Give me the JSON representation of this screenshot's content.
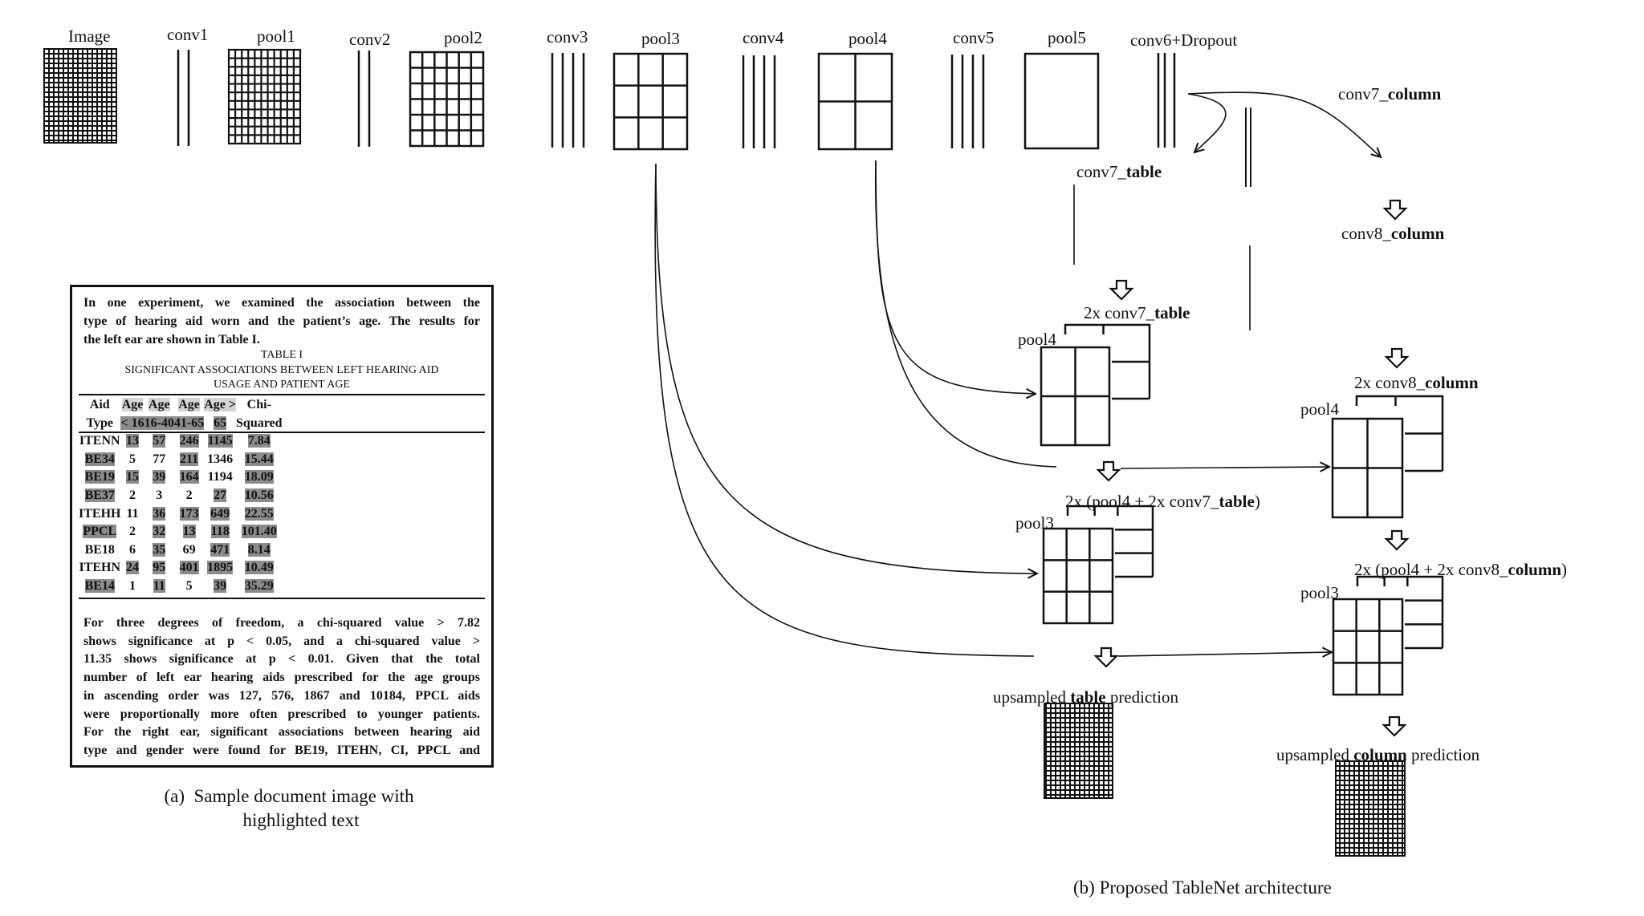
{
  "figure": {
    "caption_a_prefix": "(a)",
    "caption_a_line1": "Sample document image with",
    "caption_a_line2": "highlighted text",
    "caption_b": "(b) Proposed TableNet architecture"
  },
  "encoder": {
    "layers": [
      {
        "label": "Image",
        "kind": "grid",
        "cells": 24
      },
      {
        "label": "conv1",
        "kind": "bars",
        "bars": 2
      },
      {
        "label": "pool1",
        "kind": "grid",
        "cells": 11
      },
      {
        "label": "conv2",
        "kind": "bars",
        "bars": 2
      },
      {
        "label": "pool2",
        "kind": "grid",
        "cells": 6
      },
      {
        "label": "conv3",
        "kind": "bars",
        "bars": 4
      },
      {
        "label": "pool3",
        "kind": "grid",
        "cells": 3
      },
      {
        "label": "conv4",
        "kind": "bars",
        "bars": 4
      },
      {
        "label": "pool4",
        "kind": "grid",
        "cells": 2
      },
      {
        "label": "conv5",
        "kind": "bars",
        "bars": 4
      },
      {
        "label": "pool5",
        "kind": "grid",
        "cells": 1
      },
      {
        "label": "conv6+Dropout",
        "kind": "bars",
        "bars": 3
      }
    ]
  },
  "table_branch": {
    "conv7_prefix": "conv7_",
    "conv7_bold": "table",
    "up1_prefix": "2x conv7_",
    "up1_bold": "table",
    "up1_pool_label": "pool4",
    "up2_prefix": "2x (pool4 + 2x conv7_",
    "up2_bold": "table",
    "up2_suffix": ")",
    "up2_pool_label": "pool3",
    "pred_prefix": "upsampled ",
    "pred_bold": "table",
    "pred_suffix": " prediction"
  },
  "column_branch": {
    "conv7_prefix": "conv7_",
    "conv7_bold": "column",
    "conv8_prefix": "conv8_",
    "conv8_bold": "column",
    "up1_prefix": "2x conv8_",
    "up1_bold": "column",
    "up1_pool_label": "pool4",
    "up2_prefix": "2x (pool4 + 2x conv8_",
    "up2_bold": "column",
    "up2_suffix": ")",
    "up2_pool_label": "pool3",
    "pred_prefix": "upsampled ",
    "pred_bold": "column",
    "pred_suffix": " prediction"
  },
  "document": {
    "para1": [
      "In one experiment, we examined the association between the",
      "type of hearing aid worn and the patient’s age. The results for",
      "the left ear are shown in Table I."
    ],
    "table_title": "TABLE I",
    "table_caption_1": "SIGNIFICANT  ASSOCIATIONS BETWEEN LEFT HEARING AID",
    "table_caption_2": "USAGE AND PATIENT AGE",
    "columns_row1": [
      "Aid",
      "Age",
      "Age",
      "Age",
      "Age >",
      "Chi-"
    ],
    "columns_row2": [
      "Type",
      "< 16",
      "16-40",
      "41-65",
      "65",
      "Squared"
    ],
    "rows": [
      [
        "ITENN",
        "13",
        "57",
        "246",
        "1145",
        "7.84"
      ],
      [
        "BE34",
        "5",
        "77",
        "211",
        "1346",
        "15.44"
      ],
      [
        "BE19",
        "15",
        "39",
        "164",
        "1194",
        "18.09"
      ],
      [
        "BE37",
        "2",
        "3",
        "2",
        "27",
        "10.56"
      ],
      [
        "ITEHH",
        "11",
        "36",
        "173",
        "649",
        "22.55"
      ],
      [
        "PPCL",
        "2",
        "32",
        "13",
        "118",
        "101.40"
      ],
      [
        "BE18",
        "6",
        "35",
        "69",
        "471",
        "8.14"
      ],
      [
        "ITEHN",
        "24",
        "95",
        "401",
        "1895",
        "10.49"
      ],
      [
        "BE14",
        "1",
        "11",
        "5",
        "39",
        "35.29"
      ]
    ],
    "para2": [
      "For three degrees of freedom, a chi-squared value > 7.82",
      "shows significance at p < 0.05, and a chi-squared value >",
      "11.35 shows significance at p < 0.01. Given that the total",
      "number of left ear hearing aids prescribed for the age groups",
      "in ascending order was 127, 576, 1867 and 10184, PPCL aids",
      "were proportionally more often prescribed to younger patients.",
      "For the right ear, significant associations between hearing aid",
      "type and gender were found for BE19, ITEHN, CI, PPCL and"
    ]
  }
}
